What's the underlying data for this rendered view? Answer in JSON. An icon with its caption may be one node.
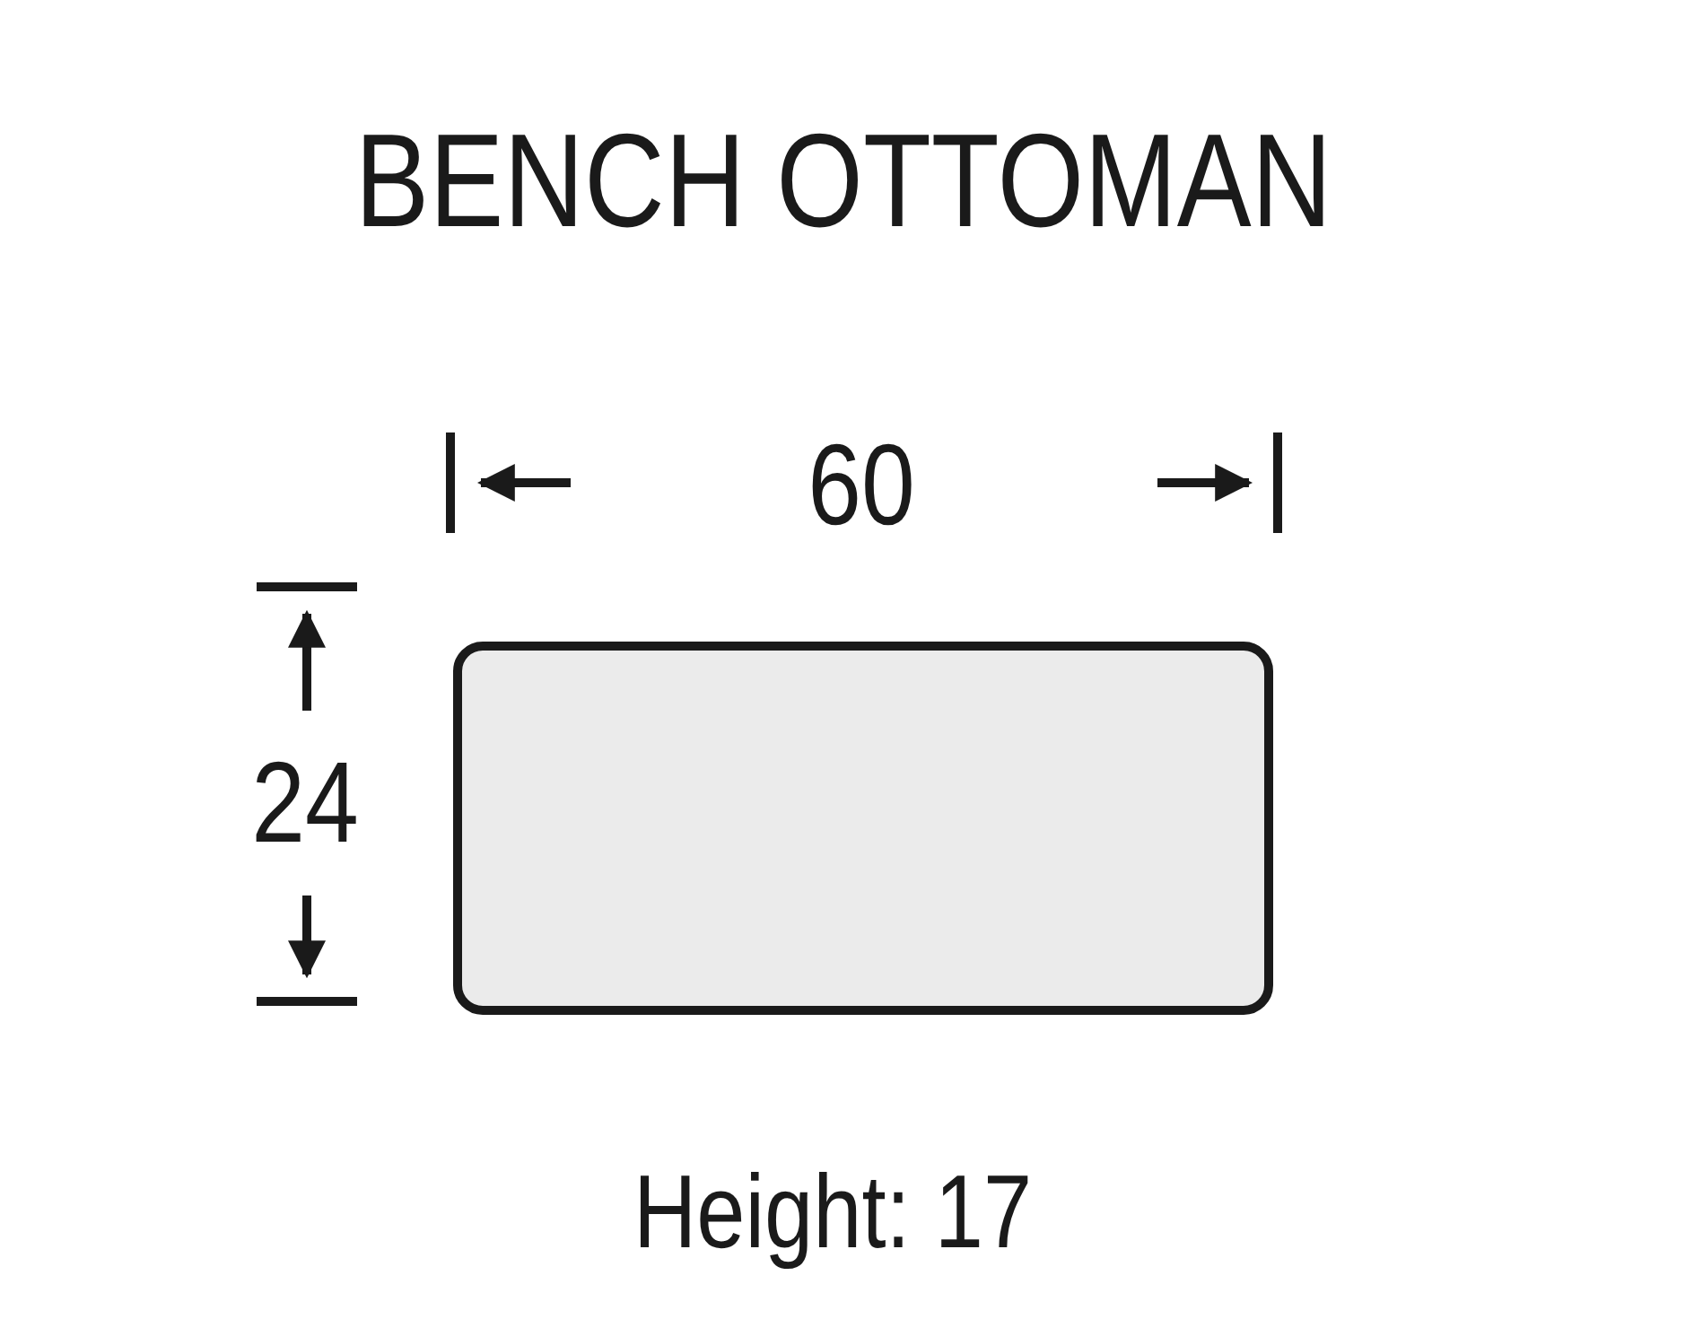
{
  "diagram": {
    "title": "BENCH OTTOMAN",
    "nodes": [
      {
        "text": [],
        "shape": "box"
      }
    ],
    "labels": [
      "60",
      "24",
      "Height: 17"
    ]
  }
}
